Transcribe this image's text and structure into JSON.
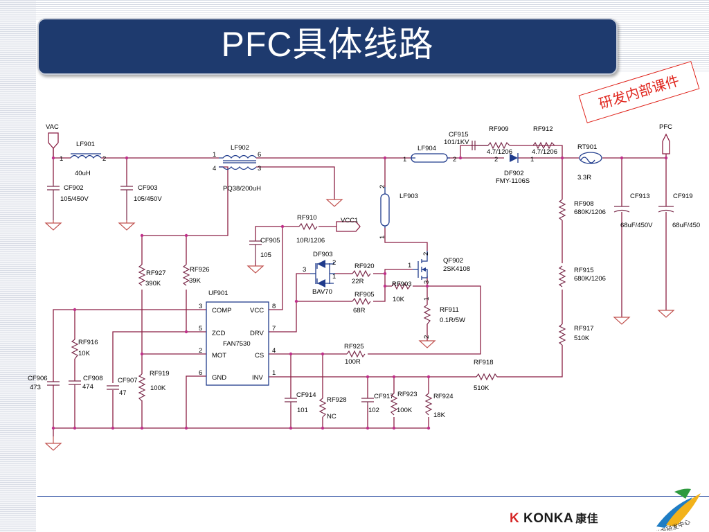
{
  "title": "PFC具体线路",
  "stamp": "研发内部课件",
  "footer": {
    "brand_mark": "K",
    "brand_name": "KONKA",
    "brand_cn": "康佳",
    "emblem_text": "彩电研发中心"
  },
  "nodes": {
    "vac": "VAC",
    "pfc": "PFC",
    "vcc1": "VCC1"
  },
  "parts": {
    "lf901": {
      "ref": "LF901",
      "value": "40uH",
      "p1": "1",
      "p2": "2"
    },
    "cf902": {
      "ref": "CF902",
      "value": "105/450V"
    },
    "cf903": {
      "ref": "CF903",
      "value": "105/450V"
    },
    "lf902": {
      "ref": "LF902",
      "value": "PQ38/200uH",
      "p1": "1",
      "p6": "6",
      "p4": "4",
      "p3": "3"
    },
    "lf904": {
      "ref": "LF904",
      "p1": "1",
      "p2": "2"
    },
    "lf903": {
      "ref": "LF903",
      "p2": "2",
      "p1": "1"
    },
    "cf915": {
      "ref": "CF915",
      "value": "101/1KV"
    },
    "rf909": {
      "ref": "RF909",
      "value": "4.7/1206"
    },
    "rf912": {
      "ref": "RF912",
      "value": "4.7/1206"
    },
    "df902": {
      "ref": "DF902",
      "value": "FMY-1106S",
      "p2": "2",
      "p1": "1"
    },
    "rt901": {
      "ref": "RT901",
      "value": "3.3R"
    },
    "rf908": {
      "ref": "RF908",
      "value": "680K/1206"
    },
    "rf915": {
      "ref": "RF915",
      "value": "680K/1206"
    },
    "rf917": {
      "ref": "RF917",
      "value": "510K"
    },
    "cf913": {
      "ref": "CF913",
      "value": "68uF/450V"
    },
    "cf919": {
      "ref": "CF919",
      "value": "68uF/450"
    },
    "rf910": {
      "ref": "RF910",
      "value": "10R/1206"
    },
    "cf905": {
      "ref": "CF905",
      "value": "105"
    },
    "df903": {
      "ref": "DF903",
      "value": "BAV70",
      "p3": "3",
      "p2": "2",
      "p1": "1"
    },
    "rf920": {
      "ref": "RF920",
      "value": "22R"
    },
    "rf905": {
      "ref": "RF905",
      "value": "68R"
    },
    "rf903": {
      "ref": "RF903",
      "value": "10K"
    },
    "qf902": {
      "ref": "QF902",
      "value": "2SK4108",
      "p2": "2",
      "p1": "1",
      "p3": "3"
    },
    "rf911": {
      "ref": "RF911",
      "value": "0.1R/5W",
      "p1": "1",
      "p2": "2"
    },
    "rf927": {
      "ref": "RF927",
      "value": "390K"
    },
    "rf926": {
      "ref": "RF926",
      "value": "39K"
    },
    "uf901": {
      "ref": "UF901",
      "value": "FAN7530",
      "pins": {
        "comp": "COMP",
        "vcc": "VCC",
        "zcd": "ZCD",
        "drv": "DRV",
        "mot": "MOT",
        "cs": "CS",
        "gnd": "GND",
        "inv": "INV",
        "n3": "3",
        "n8": "8",
        "n5": "5",
        "n7": "7",
        "n2": "2",
        "n4": "4",
        "n6": "6",
        "n1": "1"
      }
    },
    "rf916": {
      "ref": "RF916",
      "value": "10K"
    },
    "cf906": {
      "ref": "CF906",
      "value": "473"
    },
    "cf908": {
      "ref": "CF908",
      "value": "474"
    },
    "cf907": {
      "ref": "CF907",
      "value": "47"
    },
    "rf919": {
      "ref": "RF919",
      "value": "100K"
    },
    "rf925": {
      "ref": "RF925",
      "value": "100R"
    },
    "rf918": {
      "ref": "RF918",
      "value": "510K"
    },
    "cf914": {
      "ref": "CF914",
      "value": "101"
    },
    "rf928": {
      "ref": "RF928",
      "value": "NC"
    },
    "cf917": {
      "ref": "CF917",
      "value": "102"
    },
    "rf923": {
      "ref": "RF923",
      "value": "100K"
    },
    "rf924": {
      "ref": "RF924",
      "value": "18K"
    }
  },
  "colors": {
    "title_bar": "#1e3a6e",
    "wire": "#8b1f43",
    "junction": "#c0308a",
    "ground": "#c0504d",
    "stamp": "#e0261e"
  }
}
